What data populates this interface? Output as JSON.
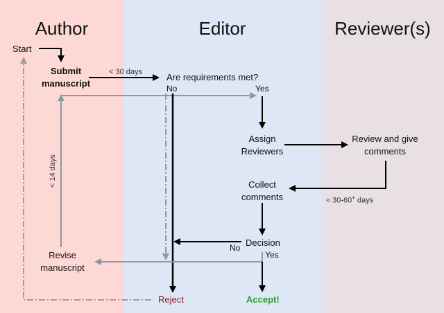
{
  "lanes": {
    "author": "Author",
    "editor": "Editor",
    "reviewers": "Reviewer(s)"
  },
  "nodes": {
    "start": "Start",
    "submit_line1": "Submit",
    "submit_line2": "manuscript",
    "requirements": "Are requirements met?",
    "req_no": "No",
    "req_yes": "Yes",
    "assign_line1": "Assign",
    "assign_line2": "Reviewers",
    "review_line1": "Review and give",
    "review_line2": "comments",
    "collect_line1": "Collect",
    "collect_line2": "comments",
    "decision": "Decision",
    "decision_no": "No",
    "decision_yes": "Yes",
    "revise_line1": "Revise",
    "revise_line2": "manuscript",
    "reject": "Reject",
    "accept": "Accept!"
  },
  "edge_labels": {
    "submit_time": "< 30 days",
    "revise_time": "< 14 days",
    "review_time_prefix": "≈ 30-60",
    "review_time_sup": "+",
    "review_time_suffix": " days"
  },
  "colors": {
    "author_lane": "#fdd9d5",
    "editor_lane": "#dde7f6",
    "reviewer_lane": "#e8e0e4",
    "black_arrow": "#000000",
    "gray_arrow": "#8a9aa2",
    "dashed_arrow": "#a89a98",
    "reject": "#8b1a1a",
    "accept": "#2aa02a"
  }
}
